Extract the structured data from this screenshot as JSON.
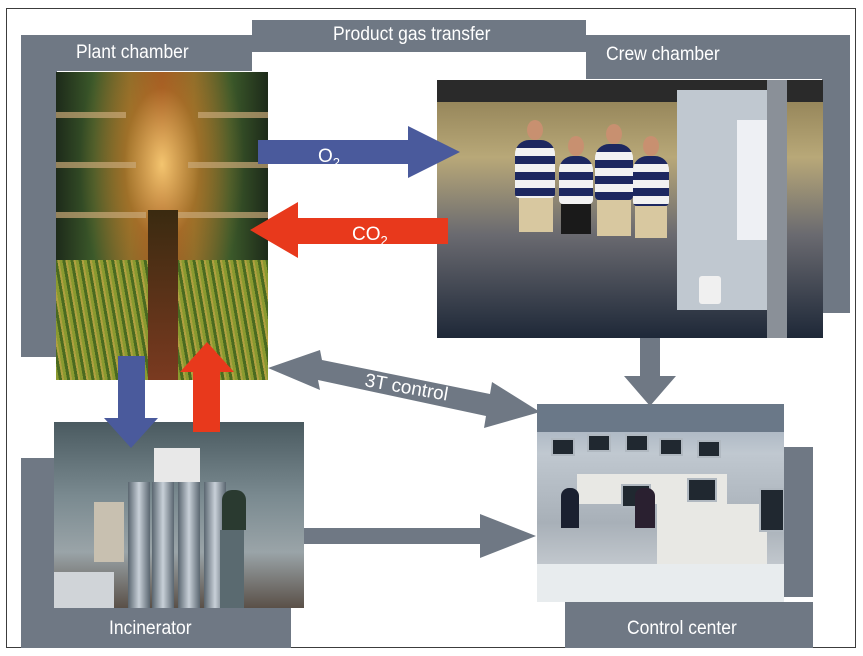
{
  "title": "Product gas transfer",
  "nodes": {
    "plant_chamber": "Plant chamber",
    "crew_chamber": "Crew chamber",
    "incinerator": "Incinerator",
    "control_center": "Control center"
  },
  "flows": {
    "o2": {
      "main": "O",
      "sub": "2"
    },
    "co2": {
      "main": "CO",
      "sub": "2"
    },
    "control": "3T control"
  },
  "colors": {
    "panel": "#6f7884",
    "o2_arrow": "#4a5a9c",
    "co2_arrow": "#e8391c",
    "gray_arrow": "#6f7884"
  }
}
